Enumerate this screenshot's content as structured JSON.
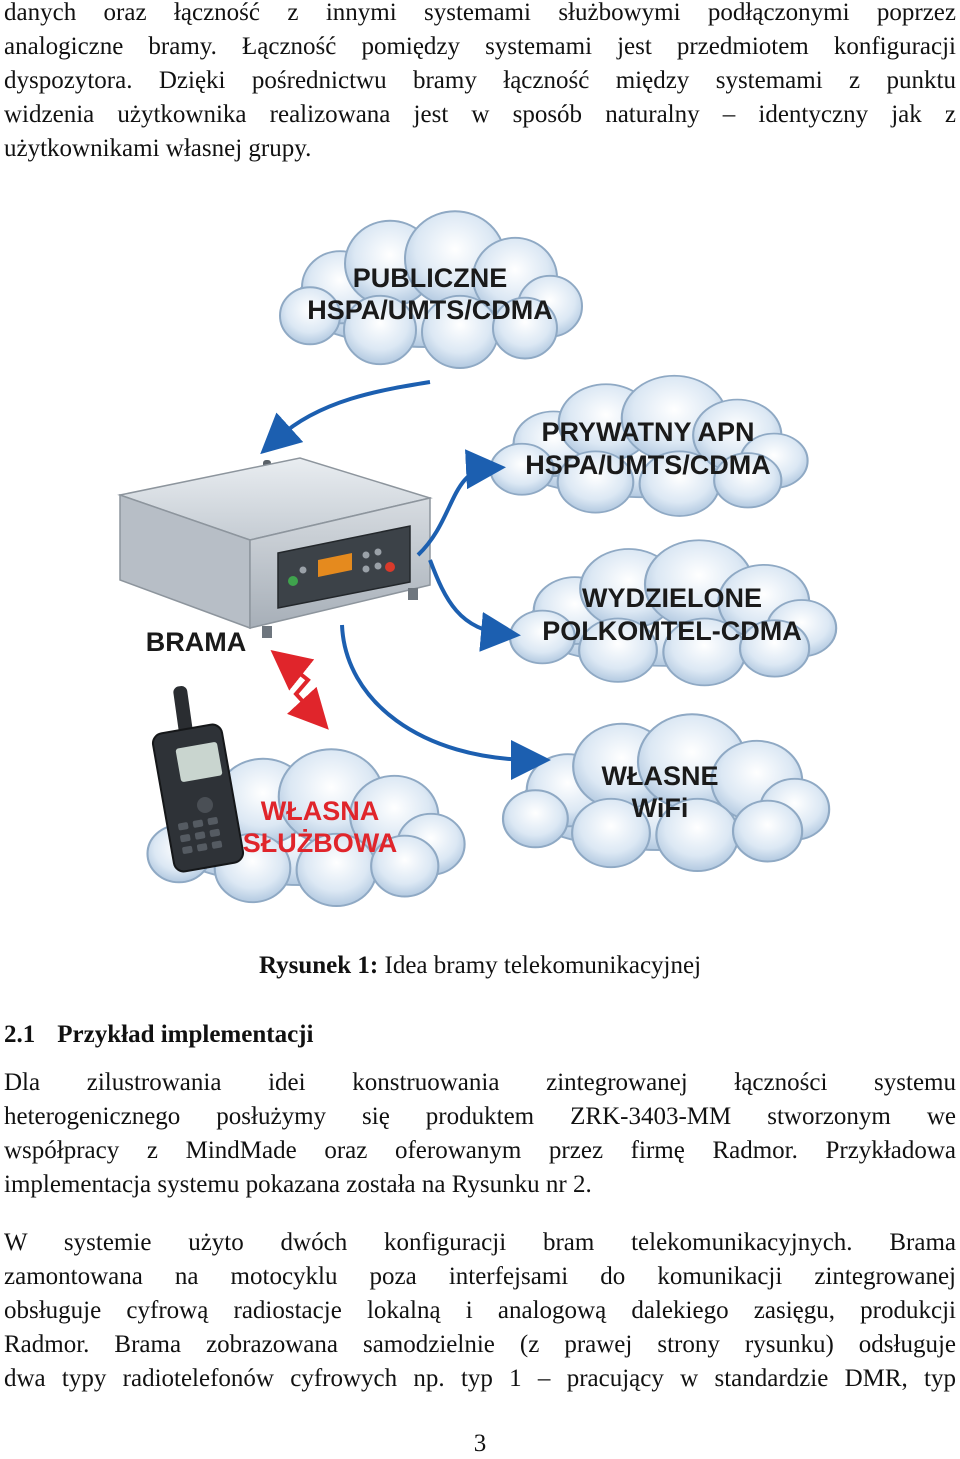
{
  "intro": {
    "lines": [
      "danych oraz łączność z innymi systemami służbowymi podłączonymi poprzez",
      "analogiczne bramy. Łączność pomiędzy systemami jest przedmiotem konfiguracji",
      "dyspozytora. Dzięki pośrednictwu bramy łączność między systemami z punktu",
      "widzenia użytkownika realizowana jest w sposób naturalny – identyczny jak z",
      "użytkownikami własnej grupy."
    ]
  },
  "figure": {
    "clouds": {
      "public": [
        "PUBLICZNE",
        "HSPA/UMTS/CDMA"
      ],
      "private_apn": [
        "PRYWATNY APN",
        "HSPA/UMTS/CDMA"
      ],
      "dedicated": [
        "WYDZIELONE",
        "POLKOMTEL-CDMA"
      ],
      "own_wifi": [
        "WŁASNE",
        "WiFi"
      ],
      "own_service": [
        "WŁASNA",
        "SŁUŻBOWA"
      ]
    },
    "gateway_label": "BRAMA",
    "colors": {
      "cloud": "#c9dcee",
      "arrow_blue": "#1c5fb0",
      "arrow_red": "#e0252b"
    }
  },
  "caption": {
    "label": "Rysunek 1:",
    "text": "Idea bramy telekomunikacyjnej"
  },
  "section": {
    "number": "2.1",
    "title": "Przykład implementacji"
  },
  "para1": {
    "lines": [
      "Dla zilustrowania idei konstruowania zintegrowanej łączności systemu",
      "heterogenicznego posłużymy się produktem ZRK-3403-MM stworzonym we",
      "współpracy z MindMade oraz oferowanym przez firmę Radmor. Przykładowa",
      "implementacja systemu pokazana została na Rysunku nr 2."
    ]
  },
  "para2": {
    "lines": [
      "W systemie użyto dwóch konfiguracji bram telekomunikacyjnych. Brama",
      "zamontowana na motocyklu poza interfejsami do komunikacji zintegrowanej",
      "obsługuje cyfrową radiostacje lokalną i analogową dalekiego zasięgu, produkcji",
      "Radmor. Brama zobrazowana samodzielnie (z prawej strony rysunku) odsługuje",
      "dwa typy radiotelefonów cyfrowych np. typ 1 – pracujący w standardzie DMR, typ"
    ]
  },
  "page_number": "3"
}
